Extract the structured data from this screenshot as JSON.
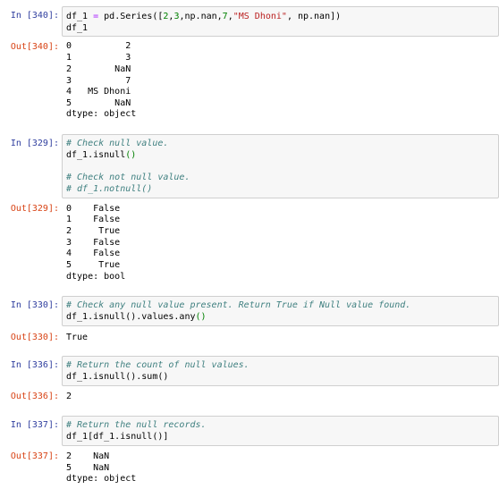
{
  "cells": [
    {
      "in_prompt": "In [340]:",
      "out_prompt": "Out[340]:",
      "code": {
        "l1_a": "df_1 ",
        "l1_eq": "=",
        "l1_b": " pd.Series([",
        "l1_n1": "2",
        "l1_c1": ",",
        "l1_n2": "3",
        "l1_c2": ",np.nan,",
        "l1_n3": "7",
        "l1_c3": ",",
        "l1_str": "\"MS Dhoni\"",
        "l1_c4": ", np.nan])",
        "l2": "df_1"
      },
      "output": [
        "0          2",
        "1          3",
        "2        NaN",
        "3          7",
        "4   MS Dhoni",
        "5        NaN",
        "dtype: object"
      ]
    },
    {
      "in_prompt": "In [329]:",
      "out_prompt": "Out[329]:",
      "code": {
        "c1": "# Check null value.",
        "l2": "df_1.isnull",
        "l2_par": "()",
        "c2": "# Check not null value.",
        "c3": "# df_1.notnull()"
      },
      "output": [
        "0    False",
        "1    False",
        "2     True",
        "3    False",
        "4    False",
        "5     True",
        "dtype: bool"
      ]
    },
    {
      "in_prompt": "In [330]:",
      "out_prompt": "Out[330]:",
      "code": {
        "c1": "# Check any null value present. Return True if Null value found.",
        "l2": "df_1.isnull().values.any",
        "l2_par": "()"
      },
      "output": [
        "True"
      ]
    },
    {
      "in_prompt": "In [336]:",
      "out_prompt": "Out[336]:",
      "code": {
        "c1": "# Return the count of null values.",
        "l2": "df_1.isnull().sum()"
      },
      "output": [
        "2"
      ]
    },
    {
      "in_prompt": "In [337]:",
      "out_prompt": "Out[337]:",
      "code": {
        "c1": "# Return the null records.",
        "l2": "df_1[df_1.isnull()]"
      },
      "output": [
        "2    NaN",
        "5    NaN",
        "dtype: object"
      ]
    }
  ],
  "colors": {
    "in_prompt": "#303f9f",
    "out_prompt": "#d84315",
    "comment": "#408080",
    "cell_bg": "#f7f7f7"
  }
}
